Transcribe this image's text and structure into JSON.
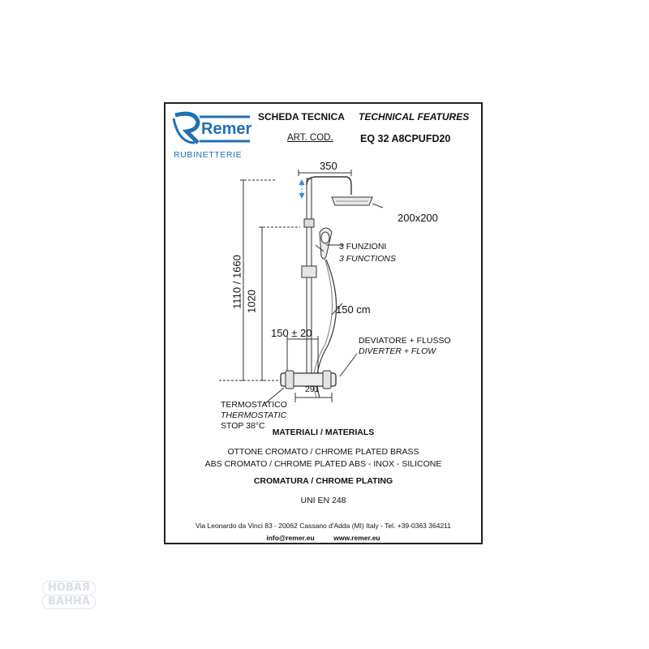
{
  "logo": {
    "brand": "Remer",
    "sub": "RUBINETTERIE"
  },
  "header": {
    "title_it": "SCHEDA TECNICA",
    "title_en": "TECHNICAL FEATURES",
    "art_label": "ART. COD.",
    "art_code": "EQ 32 A8CPUFD20"
  },
  "drawing": {
    "dim_350": "350",
    "dim_head": "200x200",
    "functions_it": "3 FUNZIONI",
    "functions_en": "3 FUNCTIONS",
    "dim_height": "1110 / 1660",
    "dim_1020": "1020",
    "hose": "150 cm",
    "dim_150": "150 ± 20",
    "diverter_it": "DEVIATORE + FLUSSO",
    "diverter_en": "DIVERTER + FLOW",
    "dim_291": "291",
    "thermo_it": "TERMOSTATICO",
    "thermo_en": "THERMOSTATIC",
    "stop": "STOP 38°C"
  },
  "materials": {
    "title": "MATERIALI / MATERIALS",
    "line1": "OTTONE CROMATO / CHROME PLATED BRASS",
    "line2": "ABS CROMATO / CHROME PLATED ABS - INOX - SILICONE",
    "plating_title": "CROMATURA / CHROME PLATING",
    "standard": "UNI EN 248"
  },
  "footer": {
    "address": "Via Leonardo da Vinci 83 - 20062 Cassano d'Adda (MI) Italy - Tel. +39-0363 364211",
    "contacts": "info@remer.eu          www.remer.eu"
  },
  "watermark": {
    "line1": "НОВАЯ",
    "line2": "ВАННА"
  },
  "colors": {
    "logo_blue": "#1f6fb4",
    "frame": "#222222"
  }
}
